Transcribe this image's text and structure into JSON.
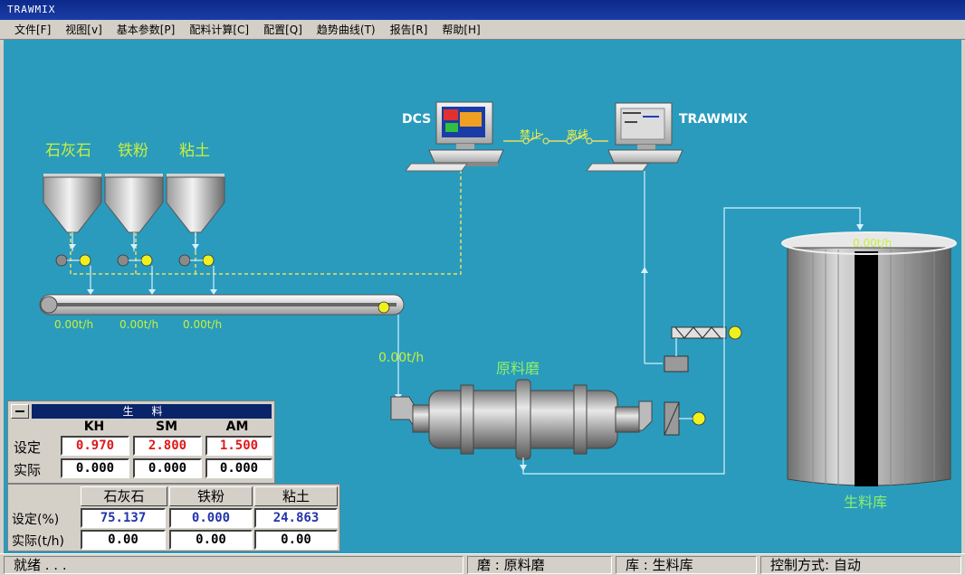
{
  "window": {
    "title": "TRAWMIX"
  },
  "menu": [
    "文件[F]",
    "视图[v]",
    "基本参数[P]",
    "配料计算[C]",
    "配置[Q]",
    "趋势曲线(T)",
    "报告[R]",
    "帮助[H]"
  ],
  "diagram": {
    "materials": [
      "石灰石",
      "铁粉",
      "粘土"
    ],
    "feeder_flows": [
      "0.00t/h",
      "0.00t/h",
      "0.00t/h"
    ],
    "belt_flow": "0.00t/h",
    "silo_flow": "0.00t/h",
    "dcs_label": "DCS",
    "trawmix_label": "TRAWMIX",
    "switch_forbid": "禁止",
    "switch_offline": "离线",
    "mill_label": "原料磨",
    "silo_label": "生料库"
  },
  "raw_panel": {
    "title": "生料",
    "headers": [
      "KH",
      "SM",
      "AM"
    ],
    "rows": [
      {
        "label": "设定",
        "values": [
          "0.970",
          "2.800",
          "1.500"
        ]
      },
      {
        "label": "实际",
        "values": [
          "0.000",
          "0.000",
          "0.000"
        ]
      }
    ]
  },
  "mix_panel": {
    "headers": [
      "石灰石",
      "铁粉",
      "粘土"
    ],
    "rows": [
      {
        "label": "设定(%)",
        "values": [
          "75.137",
          "0.000",
          "24.863"
        ]
      },
      {
        "label": "实际(t/h)",
        "values": [
          "0.00",
          "0.00",
          "0.00"
        ]
      }
    ]
  },
  "status": {
    "ready": "就绪 . . .",
    "mill": "磨 :  原料磨",
    "store": "库 :  生料库",
    "control": "控制方式:   自动"
  }
}
